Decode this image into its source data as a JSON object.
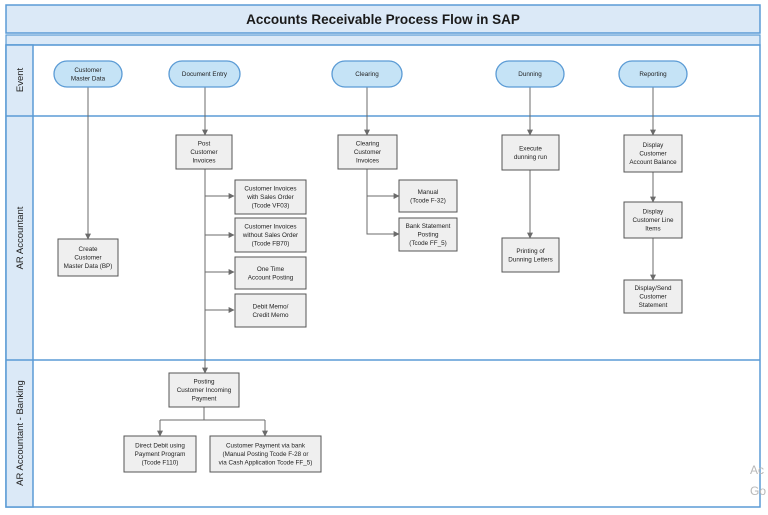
{
  "title": "Accounts Receivable Process Flow in SAP",
  "lanes": [
    {
      "id": "event",
      "label": "Event"
    },
    {
      "id": "ar",
      "label": "AR Accountant"
    },
    {
      "id": "bank",
      "label": "AR Accountant - Banking"
    }
  ],
  "nodes": [
    {
      "id": "ev-master",
      "shape": "pill",
      "lines": [
        "Customer",
        "Master Data"
      ]
    },
    {
      "id": "ev-docentry",
      "shape": "pill",
      "lines": [
        "Document Entry"
      ]
    },
    {
      "id": "ev-clearing",
      "shape": "pill",
      "lines": [
        "Clearing"
      ]
    },
    {
      "id": "ev-dunning",
      "shape": "pill",
      "lines": [
        "Dunning"
      ]
    },
    {
      "id": "ev-reporting",
      "shape": "pill",
      "lines": [
        "Reporting"
      ]
    },
    {
      "id": "create-master",
      "shape": "box",
      "lines": [
        "Create",
        "Customer",
        "Master Data (BP)"
      ]
    },
    {
      "id": "post-invoices",
      "shape": "box",
      "lines": [
        "Post",
        "Customer",
        "Invoices"
      ]
    },
    {
      "id": "inv-sales-order",
      "shape": "box",
      "lines": [
        "Customer Invoices",
        "with Sales Order",
        "(Tcode VF03)"
      ]
    },
    {
      "id": "inv-no-sales-order",
      "shape": "box",
      "lines": [
        "Customer Invoices",
        "without Sales Order",
        "(Tcode FB70)"
      ]
    },
    {
      "id": "one-time",
      "shape": "box",
      "lines": [
        "One Time",
        "Account Posting"
      ]
    },
    {
      "id": "debit-credit",
      "shape": "box",
      "lines": [
        "Debit Memo/",
        "Credit Memo"
      ]
    },
    {
      "id": "clearing-invoices",
      "shape": "box",
      "lines": [
        "Clearing",
        "Customer",
        "Invoices"
      ]
    },
    {
      "id": "manual",
      "shape": "box",
      "lines": [
        "Manual",
        "(Tcode F-32)"
      ]
    },
    {
      "id": "bank-statement",
      "shape": "box",
      "lines": [
        "Bank Statement",
        "Posting",
        "(Tcode FF_5)"
      ]
    },
    {
      "id": "exec-dunning",
      "shape": "box",
      "lines": [
        "Execute",
        "dunning run"
      ]
    },
    {
      "id": "print-dunning",
      "shape": "box",
      "lines": [
        "Printing of",
        "Dunning Letters"
      ]
    },
    {
      "id": "display-balance",
      "shape": "box",
      "lines": [
        "Display",
        "Customer",
        "Account Balance"
      ]
    },
    {
      "id": "display-line-items",
      "shape": "box",
      "lines": [
        "Display",
        "Customer Line",
        "Items"
      ]
    },
    {
      "id": "send-statement",
      "shape": "box",
      "lines": [
        "Display/Send",
        "Customer",
        "Statement"
      ]
    },
    {
      "id": "posting-incoming",
      "shape": "box",
      "lines": [
        "Posting",
        "Customer Incoming",
        "Payment"
      ]
    },
    {
      "id": "direct-debit",
      "shape": "box",
      "lines": [
        "Direct Debit using",
        "Payment Program",
        "(Tcode F110)"
      ]
    },
    {
      "id": "payment-via-bank",
      "shape": "box",
      "lines": [
        "Customer Payment via bank",
        "(Manual Posting Tcode F-28 or",
        "via Cash Application Tcode FF_5)"
      ]
    }
  ],
  "watermark": [
    "Ac",
    "Go"
  ],
  "colors": {
    "lane_border": "#5b9bd5",
    "pill_fill": "#c5e3f6",
    "label_fill": "#dbe9f7",
    "box_fill": "#efefef"
  }
}
